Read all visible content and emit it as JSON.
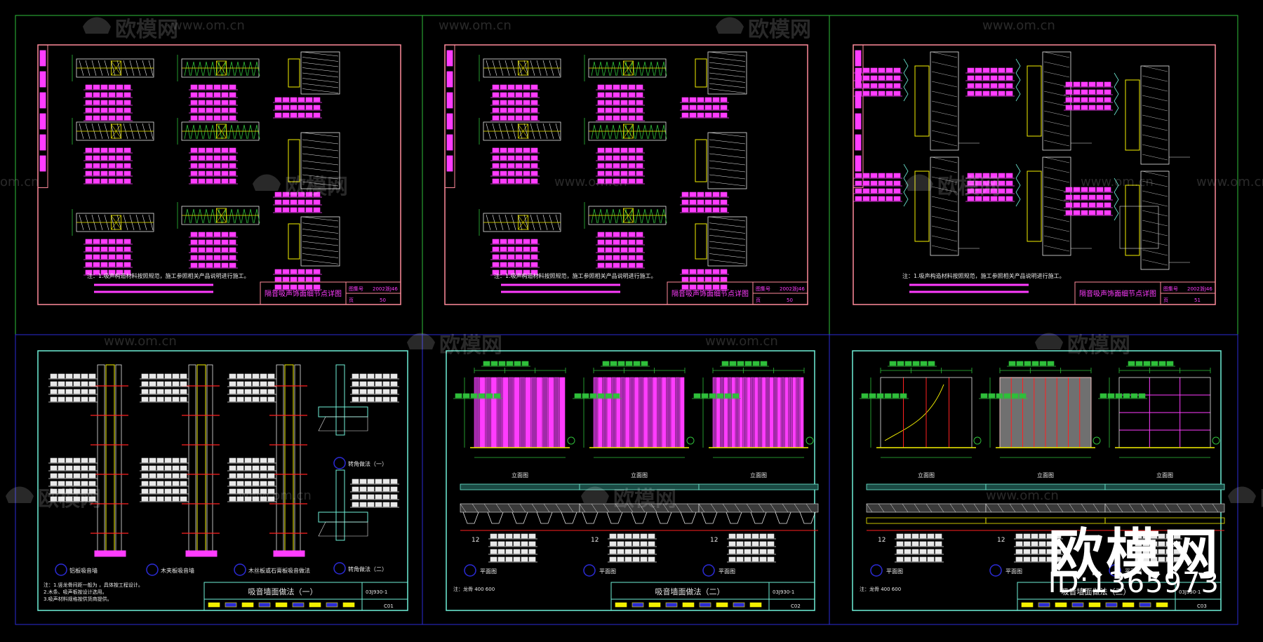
{
  "sheets": [
    {
      "title": "隔音吸声饰面细节点详图",
      "atlas": "2002浙J46",
      "page_label": "页",
      "page": "50",
      "note": "注：1.吸声构造材料按照规范，施工参照相关产品说明进行施工。"
    },
    {
      "title": "隔音吸声饰面细节点详图",
      "atlas": "2002浙J46",
      "page_label": "页",
      "page": "50",
      "note": "注：1.吸声构造材料按照规范，施工参照相关产品说明进行施工。"
    },
    {
      "title": "隔音吸声饰面细节点详图",
      "atlas": "2002浙J46",
      "page_label": "页",
      "page": "51",
      "note": "注：1.吸声构造材料按照规范，施工参照相关产品说明进行施工。"
    },
    {
      "title": "吸音墙面做法（一）",
      "atlas": "03J930-1",
      "page": "C01",
      "captions": [
        "铝板吸音墙",
        "木夹板吸音墙",
        "木丝板或石膏板吸音做法",
        "转角做法（一）",
        "转角做法（二）"
      ],
      "notes": [
        "注：1.竖龙骨间距一般为 ，具体按工程设计。",
        "2.木条、吸声板按设计选用。",
        "3.吸声材料规格按供货商提供。"
      ]
    },
    {
      "title": "吸音墙面做法（二）",
      "atlas": "03J930-1",
      "page": "C02",
      "elev_label": "立面图",
      "plan_label": "平面图",
      "dim": "12",
      "foot": "注：龙骨 400 600"
    },
    {
      "title": "吸音墙面做法（三）",
      "atlas": "03J930-1",
      "page": "C03",
      "elev_label": "立面图",
      "plan_label": "平面图",
      "dim": "12",
      "foot": "注：龙骨 400 600"
    }
  ],
  "watermark": {
    "brand": "欧模网",
    "url": "www.om.cn",
    "partial": "om.cn"
  },
  "brand": {
    "name": "欧模网",
    "id": "ID:1365973"
  },
  "colors": {
    "green": "#2fbf3a",
    "blue": "#2b2bd6",
    "pink": "#ff8a9a",
    "cyan": "#6ff0d8",
    "magenta": "#ff3cff",
    "yellow": "#f4f000",
    "red": "#ff2020",
    "white": "#e8e8e8"
  }
}
